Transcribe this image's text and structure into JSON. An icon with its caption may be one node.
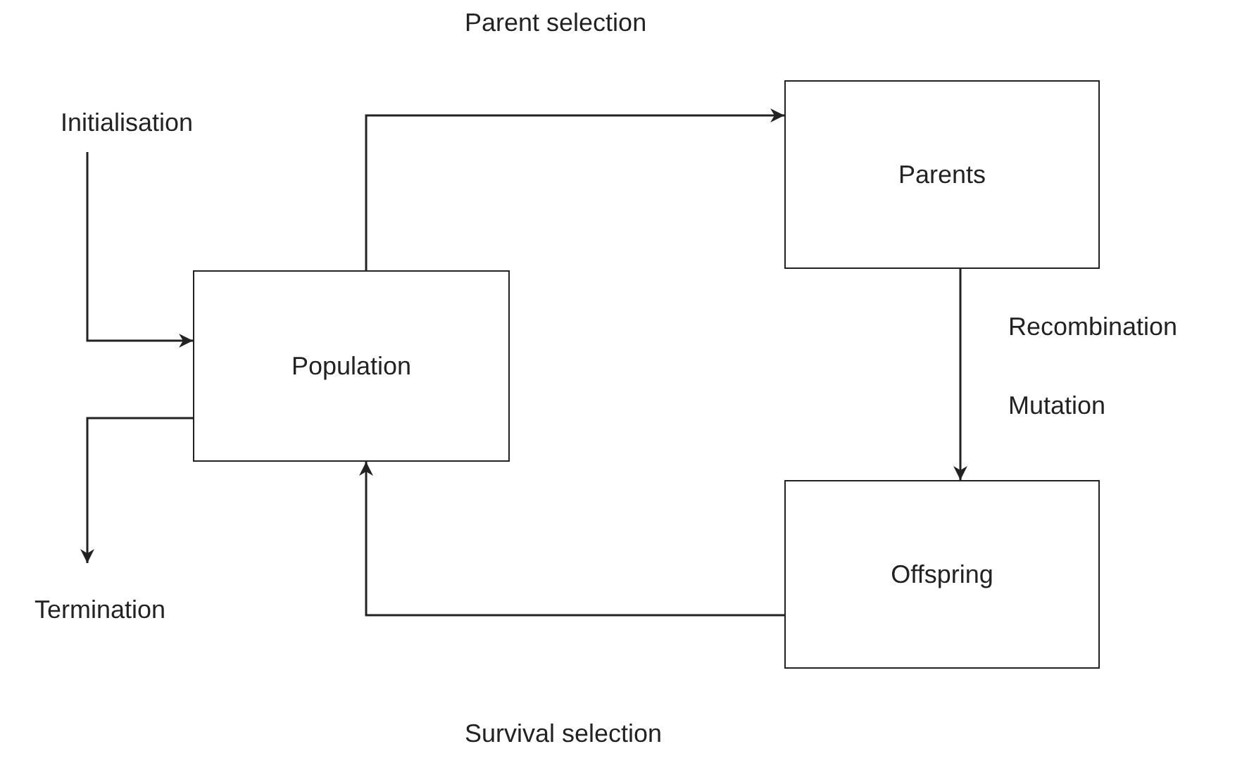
{
  "diagram": {
    "nodes": [
      {
        "text": [
          "Initialisation"
        ]
      },
      {
        "text": [
          "Population"
        ]
      },
      {
        "text": [
          "Parents"
        ]
      },
      {
        "text": [
          "Offspring"
        ]
      },
      {
        "text": [
          "Termination"
        ]
      }
    ],
    "edges": [
      {
        "from": 0,
        "to": 1,
        "arrow": "to"
      },
      {
        "from": 1,
        "to": 4,
        "arrow": "to"
      },
      {
        "from": 1,
        "to": 2,
        "arrow": "to"
      },
      {
        "from": 2,
        "to": 3,
        "arrow": "to"
      },
      {
        "from": 3,
        "to": 1,
        "arrow": "to"
      }
    ],
    "labels": [
      "Parent selection",
      "Recombination",
      "Mutation",
      "Survival selection"
    ]
  }
}
